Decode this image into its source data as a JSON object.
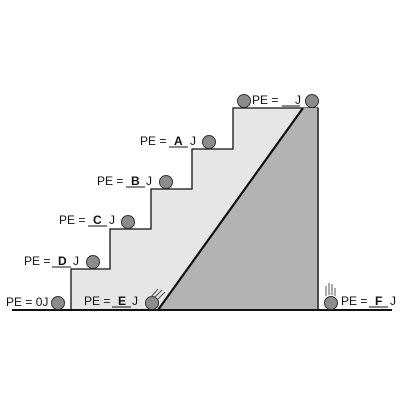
{
  "colors": {
    "background": "#ffffff",
    "staircase_fill": "#e6e6e6",
    "ramp_fill": "#b3b3b3",
    "outline": "#111111",
    "ball_fill": "#8c8c8c"
  },
  "icons": {
    "ball": "gray-sphere-icon",
    "motion": "motion-lines-icon"
  },
  "labels": {
    "ground_left": {
      "prefix": "PE = ",
      "value": "0J"
    },
    "step_1": {
      "prefix": "PE = ",
      "blank": "D",
      "unit": "J"
    },
    "step_2": {
      "prefix": "PE = ",
      "blank": "C",
      "unit": "J"
    },
    "step_3": {
      "prefix": "PE = ",
      "blank": "B",
      "unit": "J"
    },
    "step_4": {
      "prefix": "PE = ",
      "blank": "A",
      "unit": "J"
    },
    "top": {
      "prefix": "PE = ",
      "blank": "",
      "unit": "J"
    },
    "ramp_bottom": {
      "prefix": "PE = ",
      "blank": "E",
      "unit": "J"
    },
    "drop_bottom": {
      "prefix": "PE = ",
      "blank": "F",
      "unit": "J"
    }
  }
}
